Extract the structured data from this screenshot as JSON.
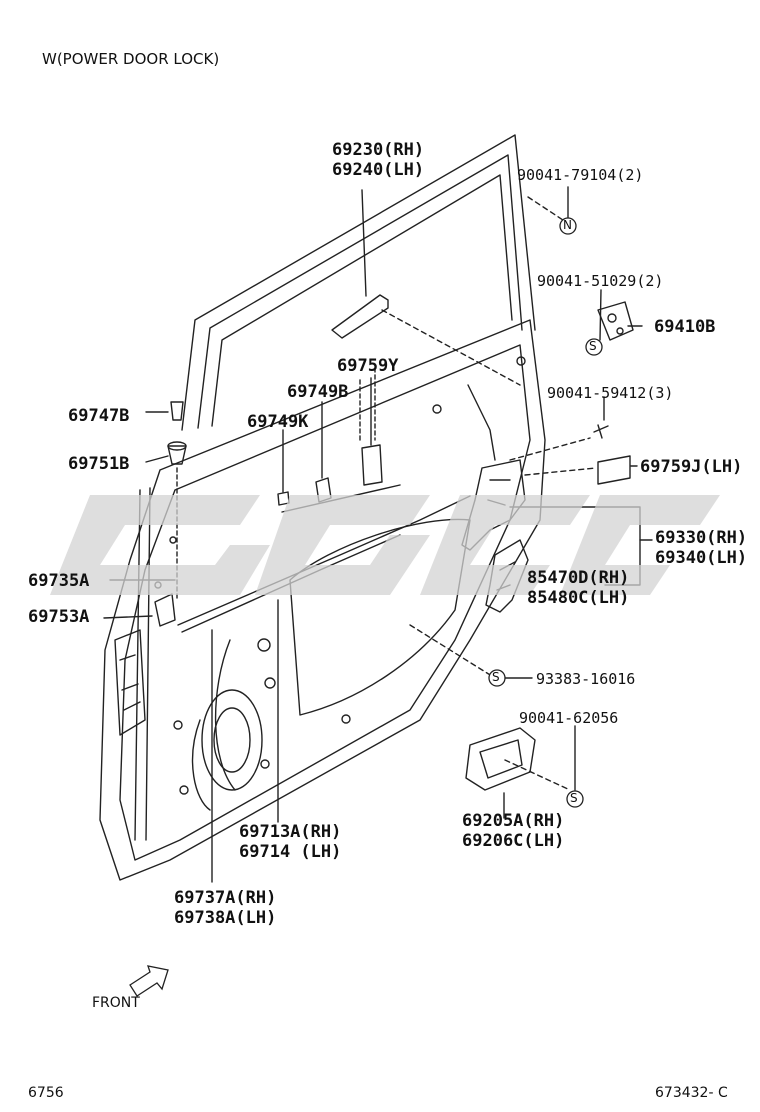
{
  "header": {
    "title": "W(POWER DOOR LOCK)"
  },
  "labels": {
    "p69230": "69230(RH)",
    "p69240": "69240(LH)",
    "p90041_79104": "90041-79104(2)",
    "p90041_51029": "90041-51029(2)",
    "p69410B": "69410B",
    "p69759Y": "69759Y",
    "p69749B": "69749B",
    "p69749K": "69749K",
    "p90041_59412": "90041-59412(3)",
    "p69747B": "69747B",
    "p69751B": "69751B",
    "p69759J": "69759J(LH)",
    "p69330": "69330(RH)",
    "p69340": "69340(LH)",
    "p85470D": "85470D(RH)",
    "p85480C": "85480C(LH)",
    "p69735A": "69735A",
    "p69753A": "69753A",
    "p93383": "93383-16016",
    "p90041_62056": "90041-62056",
    "p69205A": "69205A(RH)",
    "p69206C": "69206C(LH)",
    "p69713A": "69713A(RH)",
    "p69714": "69714 (LH)",
    "p69737A": "69737A(RH)",
    "p69738A": "69738A(LH)"
  },
  "symbols": {
    "n": "N",
    "s": "S"
  },
  "footer": {
    "front": "FRONT",
    "left_code": "6756",
    "right_code": "673432- C"
  },
  "colors": {
    "line": "#222222",
    "watermark": "#d3d3d3"
  }
}
